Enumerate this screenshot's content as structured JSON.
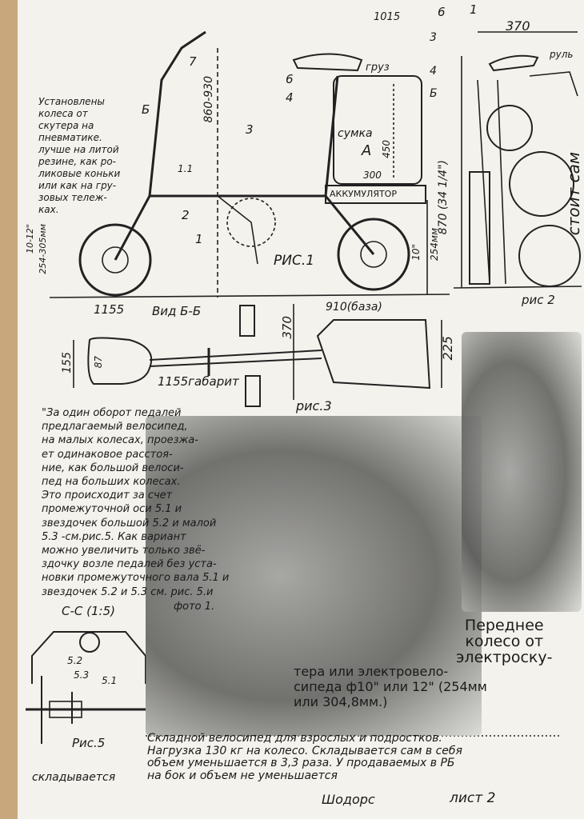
{
  "fig1": {
    "caption": "РИС.1",
    "note": "Установлены\nколеса от\nскутера на\nпневматике.\nлучше на литой\nрезине, как ро-\nликовые коньки\nили как на гру-\nзовых тележ-\nках.",
    "labels": {
      "n7": "7",
      "n6": "6",
      "n4": "4",
      "n3": "3",
      "n2": "2",
      "n1": "1",
      "n11": "1.1",
      "b": "Б",
      "a": "А",
      "gruz": "груз",
      "sumka": "сумка",
      "accum": "АККУМУЛЯТОР",
      "h450": "450",
      "w300": "300",
      "h860": "860-930",
      "h254": "254мм",
      "d10": "10\"",
      "dim1015": "1015",
      "wheel_left": "10-12\"",
      "wheel_left_mm": "254-305мм",
      "len1155": "1155",
      "base910": "910(база)"
    }
  },
  "fig2": {
    "caption": "рис 2",
    "labels": {
      "n6": "6",
      "n1": "1",
      "n3": "3",
      "n4": "4",
      "b": "Б",
      "w370": "370",
      "rul": "руль",
      "h870": "870 (34 1/4\")",
      "side": "стоит сам"
    }
  },
  "fig3": {
    "caption": "рис.3",
    "view": "Вид Б-Б",
    "labels": {
      "w155": "155",
      "w87": "87",
      "h370": "370",
      "h225": "225",
      "len": "1155габарит"
    }
  },
  "text_main": "\"За один оборот педалей\nпредлагаемый велосипед,\nна малых колесах, проезжа-\nет одинаковое расстоя-\nние, как большой велоси-\nпед на больших колесах.\nЭто происходит за счет\nпромежуточной оси 5.1 и\nзвездочек большой 5.2 и малой\n5.3 -см.рис.5.   Как вариант\nможно увеличить только звё-\nздочку возле педалей без уста-\nновки промежуточного вала 5.1 и\nзвездочек 5.2 и 5.3 см. рис. 5.и",
  "photo_ref": "фото 1.",
  "fig5": {
    "section": "C-C (1:5)",
    "caption": "Рис.5",
    "labels": {
      "s52": "5.2",
      "s53": "5.3",
      "s51": "5.1"
    },
    "folds": "складывается"
  },
  "front_wheel_note_top": "Переднее\nколесо от\nэлектроску-",
  "front_wheel_note_bottom": "тера или электровело-\nсипеда ф10\" или 12\" (254мм\nили 304,8мм.)",
  "bottom_note": "Складной велосипед для взрослых и подростков.\nНагрузка 130 кг на колесо. Складывается сам в себя\nобъем уменьшается в 3,3 раза. У продаваемых в РБ\nна бок и объем не уменьшается",
  "signature": "Шодорс",
  "sheet": "лист 2"
}
